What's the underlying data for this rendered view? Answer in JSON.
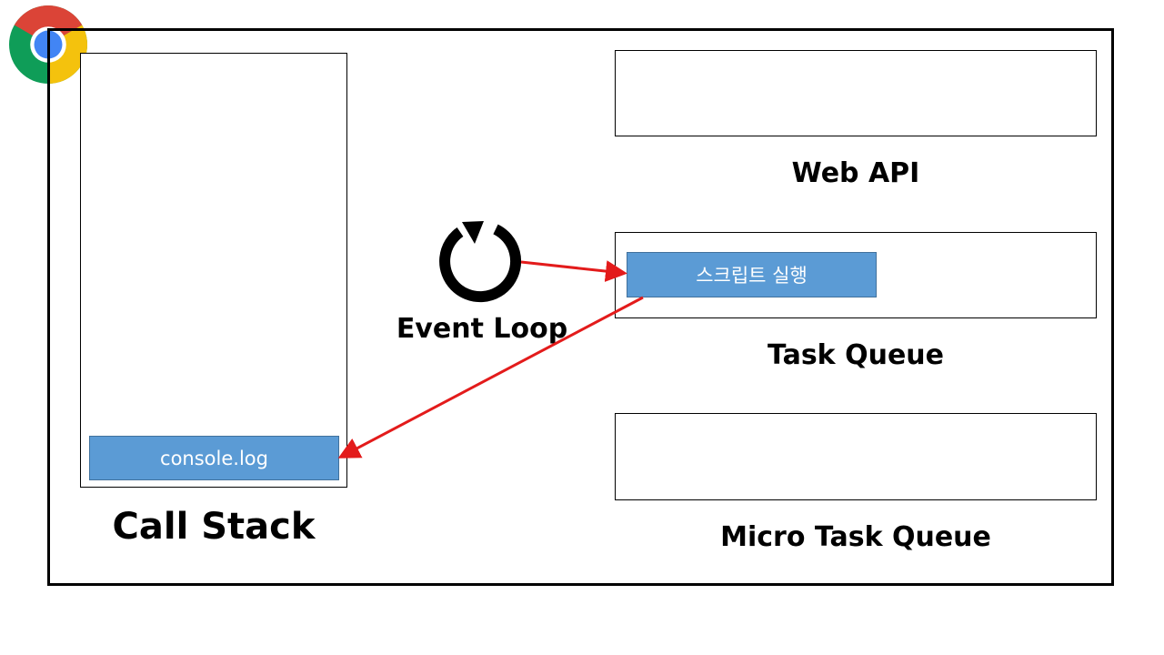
{
  "diagram": {
    "call_stack": {
      "label": "Call Stack",
      "items": [
        "console.log"
      ]
    },
    "web_api": {
      "label": "Web API"
    },
    "task_queue": {
      "label": "Task Queue",
      "items": [
        "스크립트 실행"
      ]
    },
    "micro_task_queue": {
      "label": "Micro Task Queue"
    },
    "event_loop": {
      "label": "Event Loop",
      "icon": "refresh-cycle-icon"
    },
    "logo": {
      "icon": "chrome-logo-icon"
    },
    "colors": {
      "chip_fill": "#5b9bd5",
      "chip_border": "#41719c",
      "arrow": "#e31b1b",
      "chrome_red": "#db4437",
      "chrome_yellow": "#f4c20d",
      "chrome_green": "#0f9d58",
      "chrome_blue": "#4285f4"
    }
  }
}
